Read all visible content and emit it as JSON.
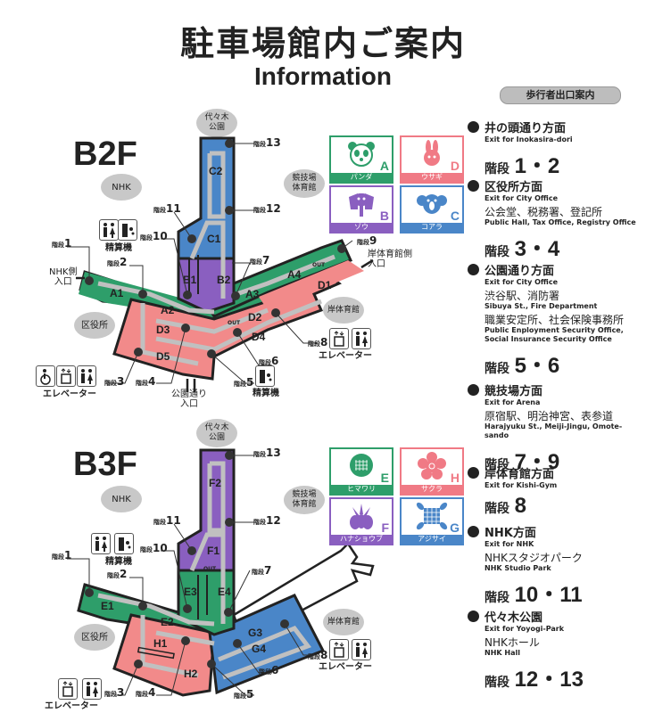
{
  "header": {
    "title_jp": "駐車場館内ご案内",
    "title_en": "Information"
  },
  "pedestrian_badge": "歩行者出口案内",
  "exits": [
    {
      "jp": "井の頭通り方面",
      "en": "Exit for Inokasira-dori",
      "dest": "",
      "dest_en": "",
      "stairs_label": "階段",
      "stairs": "1・2"
    },
    {
      "jp": "区役所方面",
      "en": "Exit for City Office",
      "dest": "公会堂、税務署、登記所",
      "dest_en": "Public Hall, Tax Office, Registry Office",
      "stairs_label": "階段",
      "stairs": "3・4"
    },
    {
      "jp": "公園通り方面",
      "en": "Exit for City Office",
      "dest": "渋谷駅、消防署",
      "dest_en": "Sibuya St., Fire Department",
      "dest2": "職業安定所、社会保険事務所",
      "dest2_en": "Public Enployment Security Office,",
      "dest2_en_b": "Social Insurance Security Office",
      "stairs_label": "階段",
      "stairs": "5・6"
    },
    {
      "jp": "競技場方面",
      "en": "Exit for Arena",
      "dest": "原宿駅、明治神宮、表参道",
      "dest_en": "Harajyuku St., Meiji-Jingu, Omote-sando",
      "stairs_label": "階段",
      "stairs": "7・9"
    },
    {
      "jp": "岸体育館方面",
      "en": "Exit for Kishi-Gym",
      "dest": "",
      "dest_en": "",
      "stairs_label": "階段",
      "stairs": "8"
    },
    {
      "jp": "NHK方面",
      "en": "Exit for NHK",
      "dest": "NHKスタジオパーク",
      "dest_en": "NHK Studio Park",
      "stairs_label": "階段",
      "stairs": "10・11"
    },
    {
      "jp": "代々木公園",
      "en": "Exit for Yoyogi-Park",
      "dest": "NHKホール",
      "dest_en": "NHK Hall",
      "stairs_label": "階段",
      "stairs": "12・13"
    }
  ],
  "colors": {
    "green": "#2e9e6a",
    "purple": "#8a5fc0",
    "blue": "#4a86c8",
    "pink": "#f28a8a",
    "aisle": "#c0c0c0",
    "outline": "#222222"
  },
  "b2f": {
    "floor": "B2F",
    "landmarks": {
      "yoyogi": "代々木\n公園",
      "nhk": "NHK",
      "arena": "競技場\n体育館",
      "kuyakusho": "区役所",
      "kishi": "岸体育館"
    },
    "zones": [
      "A1",
      "A2",
      "A3",
      "A4",
      "B1",
      "B2",
      "C1",
      "C2",
      "D1",
      "D2",
      "D3",
      "D4",
      "D5"
    ],
    "stairs": [
      "1",
      "2",
      "3",
      "4",
      "5",
      "6",
      "7",
      "8",
      "9",
      "10",
      "11",
      "12",
      "13"
    ],
    "stairs_prefix": "階段",
    "entrances": {
      "nhk": "NHK側\n入口",
      "kishi": "岸体育館側\n入口",
      "koen": "公園通り\n入口"
    },
    "facilities": {
      "elevator": "エレベーター",
      "payment": "精算機"
    },
    "out_label": "OUT",
    "cards": [
      {
        "letter": "A",
        "name": "パンダ",
        "color": "#2e9e6a",
        "icon": "panda-icon"
      },
      {
        "letter": "D",
        "name": "ウサギ",
        "color": "#f07a85",
        "icon": "rabbit-icon"
      },
      {
        "letter": "B",
        "name": "ゾウ",
        "color": "#8a5fc0",
        "icon": "elephant-icon"
      },
      {
        "letter": "C",
        "name": "コアラ",
        "color": "#4a86c8",
        "icon": "koala-icon"
      }
    ]
  },
  "b3f": {
    "floor": "B3F",
    "landmarks": {
      "yoyogi": "代々木\n公園",
      "nhk": "NHK",
      "arena": "競技場\n体育館",
      "kuyakusho": "区役所",
      "kishi": "岸体育館"
    },
    "zones": [
      "E1",
      "E2",
      "E3",
      "E4",
      "F1",
      "F2",
      "G3",
      "G4",
      "H1",
      "H2"
    ],
    "stairs": [
      "1",
      "2",
      "3",
      "4",
      "5",
      "6",
      "7",
      "8",
      "10",
      "11",
      "12",
      "13"
    ],
    "stairs_prefix": "階段",
    "facilities": {
      "elevator": "エレベーター",
      "payment": "精算機"
    },
    "out_label": "OUT",
    "cards": [
      {
        "letter": "E",
        "name": "ヒマワリ",
        "color": "#2e9e6a",
        "icon": "sunflower-icon"
      },
      {
        "letter": "H",
        "name": "サクラ",
        "color": "#f07a85",
        "icon": "cherry-blossom-icon"
      },
      {
        "letter": "F",
        "name": "ハナショウブ",
        "color": "#8a5fc0",
        "icon": "iris-icon"
      },
      {
        "letter": "G",
        "name": "アジサイ",
        "color": "#4a86c8",
        "icon": "hydrangea-icon"
      }
    ]
  }
}
